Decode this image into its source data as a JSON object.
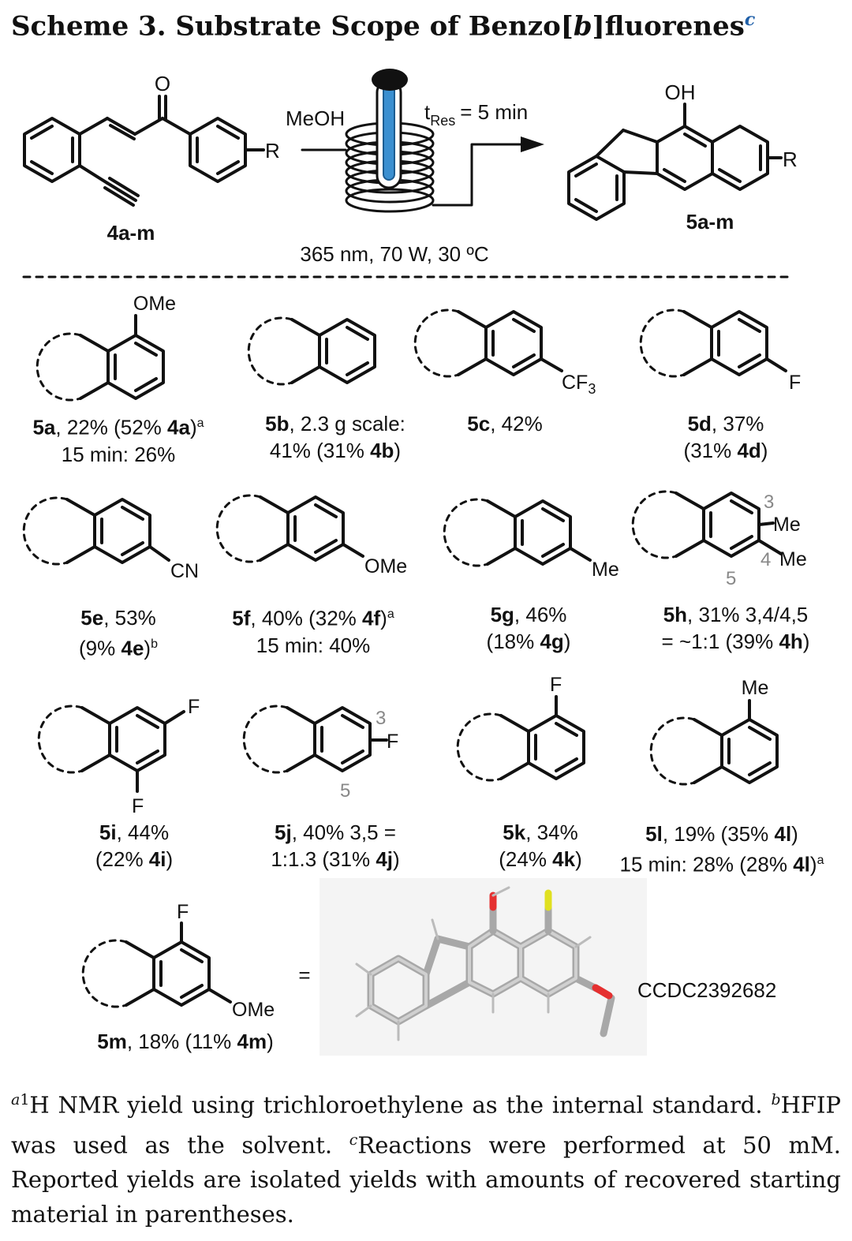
{
  "title": {
    "prefix": "Scheme 3. Substrate Scope of Benzo[",
    "italic": "b",
    "suffix": "]fluorenes",
    "note_mark": "c"
  },
  "reaction": {
    "reagent": "MeOH",
    "residence": "t",
    "residence_sub": "Res",
    "residence_value": "= 5 min",
    "conditions": "365 nm, 70 W, 30 ºC",
    "sm_label": "4a-m",
    "product_label": "5a-m",
    "oh": "OH",
    "o": "O",
    "r": "R"
  },
  "substituents": {
    "ome": "OMe",
    "cf3": "CF",
    "cf3_sub": "3",
    "f": "F",
    "cn": "CN",
    "me": "Me",
    "pos3": "3",
    "pos4": "4",
    "pos5": "5"
  },
  "entries": [
    {
      "id": "5a",
      "text": ", 22% (52% ",
      "sm": "4a",
      "tail": ")",
      "note": "a",
      "line2": "15 min: 26%"
    },
    {
      "id": "5b",
      "text": ", 2.3 g scale:",
      "line2": "41% (31% ",
      "sm2": "4b",
      "tail2": ")"
    },
    {
      "id": "5c",
      "text": ", 42%"
    },
    {
      "id": "5d",
      "text": ", 37%",
      "line2": "(31% ",
      "sm2": "4d",
      "tail2": ")"
    },
    {
      "id": "5e",
      "text": ", 53%",
      "line2": "(9% ",
      "sm2": "4e",
      "tail2": ")",
      "note2": "b"
    },
    {
      "id": "5f",
      "text": ", 40% (32% ",
      "sm": "4f",
      "tail": ")",
      "note": "a",
      "line2": "15 min: 40%"
    },
    {
      "id": "5g",
      "text": ", 46%",
      "line2": "(18% ",
      "sm2": "4g",
      "tail2": ")"
    },
    {
      "id": "5h",
      "text": ", 31% 3,4/4,5",
      "line2": "= ~1:1 (39% ",
      "sm2": "4h",
      "tail2": ")"
    },
    {
      "id": "5i",
      "text": ", 44%",
      "line2": "(22% ",
      "sm2": "4i",
      "tail2": ")"
    },
    {
      "id": "5j",
      "text": ", 40% 3,5 =",
      "line2": "1:1.3 (31% ",
      "sm2": "4j",
      "tail2": ")"
    },
    {
      "id": "5k",
      "text": ", 34%",
      "line2": "(24% ",
      "sm2": "4k",
      "tail2": ")"
    },
    {
      "id": "5l",
      "text": ", 19% (35% ",
      "sm": "4l",
      "tail": ")",
      "line2": "15 min: 28% (28% ",
      "sm2": "4l",
      "tail2": ")",
      "note2": "a"
    },
    {
      "id": "5m",
      "text": ", 18% (11% ",
      "sm": "4m",
      "tail": ")"
    }
  ],
  "crystal": {
    "equals": "=",
    "ccdc": "CCDC2392682"
  },
  "footnote": {
    "a_mark": "a",
    "a_iso": "1",
    "a_text": "H NMR yield using trichloroethylene as the internal standard.",
    "b_mark": "b",
    "b_text": "HFIP was used as the solvent.",
    "c_mark": "c",
    "c_text": "Reactions were performed at 50 mM. Reported yields are isolated yields with amounts of recovered starting material in parentheses."
  },
  "colors": {
    "title_note": "#1f5fa8",
    "lamp_blue": "#3a8fd0",
    "crystal_o": "#e53030",
    "crystal_f": "#e0e020"
  }
}
